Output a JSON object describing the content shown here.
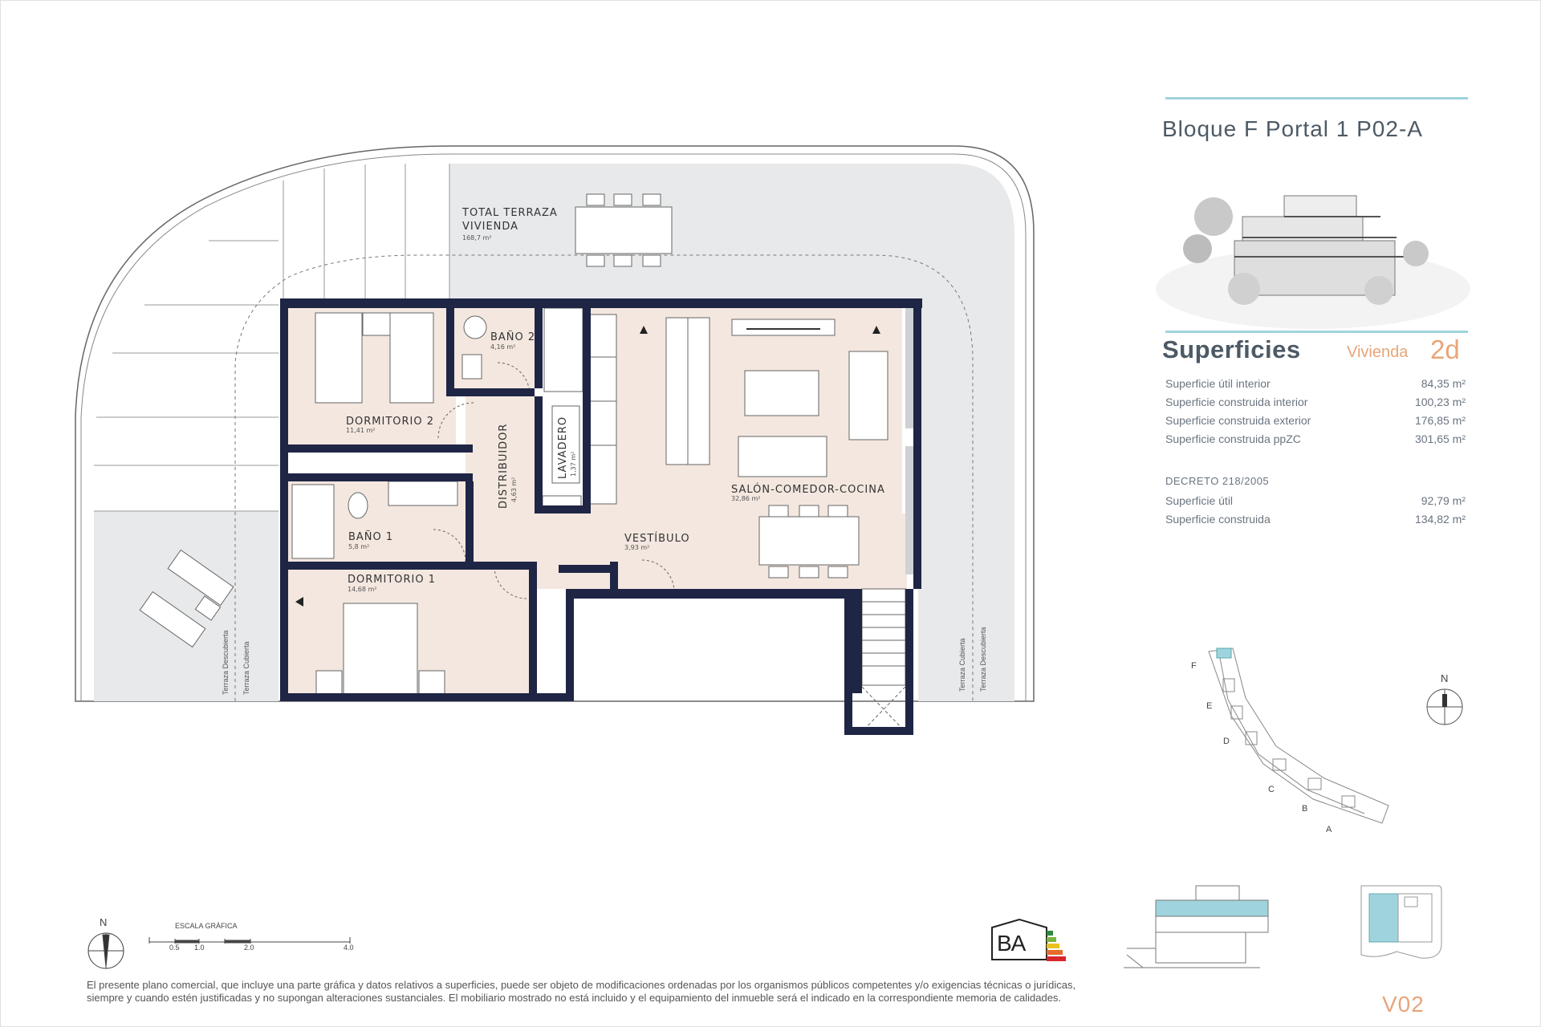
{
  "header": {
    "title": "Bloque F Portal 1 P02-A"
  },
  "superficies": {
    "heading": "Superficies",
    "vivienda_label": "Vivienda",
    "vivienda_type": "2d",
    "rows": [
      {
        "label": "Superficie útil interior",
        "value": "84,35 m²"
      },
      {
        "label": "Superficie construida interior",
        "value": "100,23 m²"
      },
      {
        "label": "Superficie construida exterior",
        "value": "176,85 m²"
      },
      {
        "label": "Superficie construida ppZC",
        "value": "301,65 m²"
      }
    ],
    "decreto_title": "DECRETO 218/2005",
    "decreto_rows": [
      {
        "label": "Superficie útil",
        "value": "92,79 m²"
      },
      {
        "label": "Superficie construida",
        "value": "134,82 m²"
      }
    ]
  },
  "rooms": {
    "terraza_title_1": "TOTAL TERRAZA",
    "terraza_title_2": "VIVIENDA",
    "terraza_area": "168,7 m²",
    "dormitorio2": "DORMITORIO 2",
    "dormitorio2_area": "11,41 m²",
    "bano2": "BAÑO 2",
    "bano2_area": "4,16 m²",
    "distribuidor": "DISTRIBUIDOR",
    "distribuidor_area": "4,63 m²",
    "lavadero": "LAVADERO",
    "lavadero_area": "1,37 m²",
    "salon": "SALÓN-COMEDOR-COCINA",
    "salon_area": "32,86 m²",
    "bano1": "BAÑO 1",
    "bano1_area": "5,8 m²",
    "vestibulo": "VESTÍBULO",
    "vestibulo_area": "3,93 m²",
    "dormitorio1": "DORMITORIO 1",
    "dormitorio1_area": "14,68 m²",
    "terraza_descubierta": "Terraza Descubierta",
    "terraza_cubierta": "Terraza Cubierta"
  },
  "site_map": {
    "north": "N",
    "blocks": [
      "F",
      "E",
      "D",
      "C",
      "B",
      "A"
    ]
  },
  "footer": {
    "north": "N",
    "scale_title": "ESCALA GRÁFICA",
    "scale_ticks": [
      "0.5",
      "1.0",
      "2.0",
      "4.0"
    ],
    "energy_letters": "BA",
    "disclaimer": "El presente plano comercial, que incluye una parte gráfica y datos relativos a superficies, puede ser objeto de modificaciones ordenadas por los organismos públicos competentes y/o exigencias técnicas o jurídicas, siempre y cuando estén justificadas y no supongan alteraciones sustanciales. El mobiliario mostrado no está incluido y el equipamiento del inmueble será el indicado en la correspondiente memoria de calidades.",
    "code": "V02"
  },
  "colors": {
    "wall": "#1f2545",
    "room_fill": "#f3e7df",
    "terrace_fill": "#e7e9ea",
    "accent_teal": "#9fd4de",
    "accent_orange": "#e8a57a"
  }
}
